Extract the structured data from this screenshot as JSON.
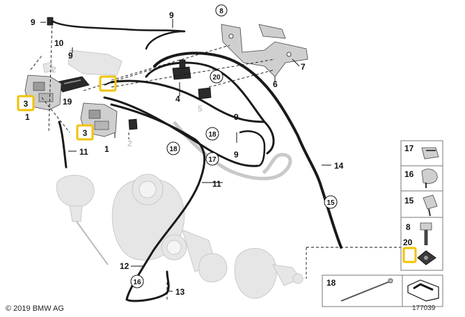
{
  "copyright": "© 2019 BMW AG",
  "diagram_id": "177039",
  "callouts": {
    "c1": "9",
    "c2": "10",
    "c3": "9",
    "c4": "2",
    "c5": "3",
    "c6": "19",
    "c7": "1",
    "c8": "9",
    "c9": "8",
    "c10": "7",
    "c11": "6",
    "c12": "20",
    "c13": "4",
    "c14": "5",
    "c15": "3",
    "c16": "1",
    "c17": "2",
    "c18": "11",
    "c19": "9",
    "c20": "18",
    "c21": "18",
    "c22": "9",
    "c23": "17",
    "c24": "11",
    "c25": "14",
    "c26": "15",
    "c27": "12",
    "c28": "16",
    "c29": "13"
  },
  "legend": {
    "r1": "17",
    "r2": "16",
    "r3": "15",
    "r4a": "8",
    "r4b": "20",
    "r5": "18"
  },
  "highlight_color": "#f2c200"
}
